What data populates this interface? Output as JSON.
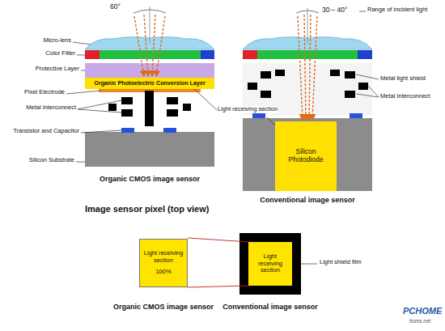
{
  "diagram": {
    "title": "Image sensor pixel (top view)",
    "nodes": [
      {
        "text": [
          "Organic Photoelectric Conversion Layer"
        ]
      },
      {
        "text": [
          "Silicon Photodiode"
        ]
      },
      {
        "text": [
          "Light receiving section",
          "100%"
        ]
      },
      {
        "text": [
          "Light receiving section"
        ]
      }
    ],
    "labels": [
      "60°",
      "30～40°",
      "Range of incident light",
      "Micro-lens",
      "Color Filter",
      "Protective Layer",
      "Pixel Electrode",
      "Metal Interconnect",
      "Transistor and Capacitor",
      "Silicon Substrate",
      "Metal light shield",
      "Metal Interconnect",
      "Light receiving section",
      "Organic CMOS image sensor",
      "Conventional image sensor",
      "Light shield film",
      "Organic CMOS image sensor",
      "Conventional image sensor",
      "PCHOME",
      "itums.net"
    ]
  }
}
